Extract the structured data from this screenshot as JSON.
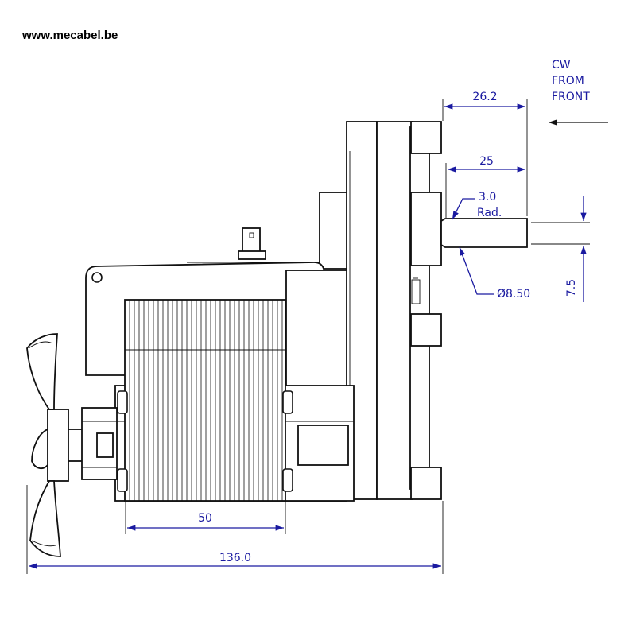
{
  "header": {
    "website": "www.mecabel.be"
  },
  "dimensions": {
    "shaft_offset": "26.2",
    "shaft_length": "25",
    "radius_value": "3.0",
    "radius_label": "Rad.",
    "shaft_diameter": "Ø8.50",
    "flat_height": "7.5",
    "core_width": "50",
    "overall_length": "136.0"
  },
  "rotation": {
    "line1": "CW",
    "line2": "FROM",
    "line3": "FRONT"
  },
  "colors": {
    "dimension": "#1a1aa0",
    "outline": "#111111",
    "background": "#ffffff"
  }
}
